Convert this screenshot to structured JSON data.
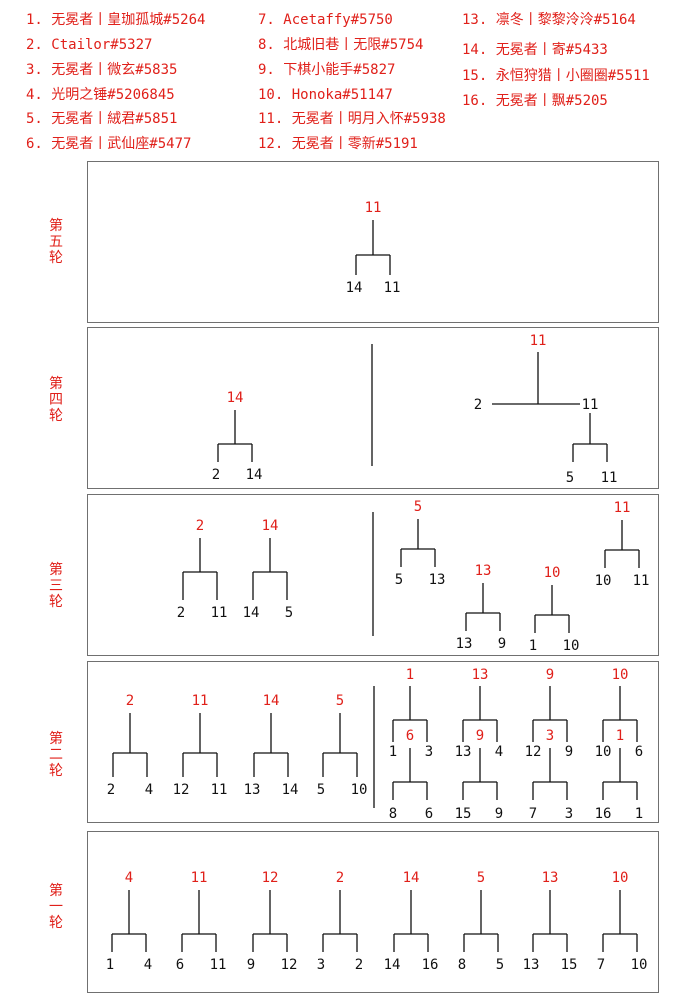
{
  "players": [
    {
      "id": "1",
      "text": "1. 无冕者丨皇珈孤城#5264"
    },
    {
      "id": "2",
      "text": "2. Ctailor#5327"
    },
    {
      "id": "3",
      "text": "3. 无冕者丨微玄#5835"
    },
    {
      "id": "4",
      "text": "4. 光明之锤#5206845"
    },
    {
      "id": "5",
      "text": "5. 无冕者丨絨君#5851"
    },
    {
      "id": "6",
      "text": "6. 无冕者丨武仙座#5477"
    },
    {
      "id": "7",
      "text": "7. Acetaffy#5750"
    },
    {
      "id": "8",
      "text": "8. 北城旧巷丨无限#5754"
    },
    {
      "id": "9",
      "text": "9. 下棋小能手#5827"
    },
    {
      "id": "10",
      "text": "10. Honoka#51147"
    },
    {
      "id": "11",
      "text": "11. 无冕者丨明月入怀#5938"
    },
    {
      "id": "12",
      "text": "12. 无冕者丨零新#5191"
    },
    {
      "id": "13",
      "text": "13. 凛冬丨黎黎泠泠#5164"
    },
    {
      "id": "14",
      "text": "14. 无冕者丨寄#5433"
    },
    {
      "id": "15",
      "text": "15. 永恒狩猎丨小圈圈#5511"
    },
    {
      "id": "16",
      "text": "16. 无冕者丨飘#5205"
    }
  ],
  "rounds": {
    "r5": "第五轮",
    "r4": "第四轮",
    "r3": "第三轮",
    "r2": "第二轮",
    "r1": "第一轮"
  },
  "bracket": {
    "round1": [
      {
        "winner": "4",
        "left": "1",
        "right": "4"
      },
      {
        "winner": "11",
        "left": "6",
        "right": "11"
      },
      {
        "winner": "12",
        "left": "9",
        "right": "12"
      },
      {
        "winner": "2",
        "left": "3",
        "right": "2"
      },
      {
        "winner": "14",
        "left": "14",
        "right": "16"
      },
      {
        "winner": "5",
        "left": "8",
        "right": "5"
      },
      {
        "winner": "13",
        "left": "13",
        "right": "15"
      },
      {
        "winner": "10",
        "left": "7",
        "right": "10"
      }
    ],
    "round2_upper": [
      {
        "winner": "2",
        "left": "2",
        "right": "4"
      },
      {
        "winner": "11",
        "left": "12",
        "right": "11"
      },
      {
        "winner": "14",
        "left": "13",
        "right": "14"
      },
      {
        "winner": "5",
        "left": "5",
        "right": "10"
      }
    ],
    "round2_lower": [
      {
        "winner": "1",
        "left": "1",
        "right": "3",
        "sub": {
          "winner": "6",
          "left": "8",
          "right": "6"
        }
      },
      {
        "winner": "13",
        "left": "13",
        "right": "4",
        "sub": {
          "winner": "9",
          "left": "15",
          "right": "9"
        }
      },
      {
        "winner": "9",
        "left": "12",
        "right": "9",
        "sub": {
          "winner": "3",
          "left": "7",
          "right": "3"
        }
      },
      {
        "winner": "10",
        "left": "10",
        "right": "6",
        "sub": {
          "winner": "1",
          "left": "16",
          "right": "1"
        }
      }
    ],
    "round3_upper": [
      {
        "winner": "2",
        "left": "2",
        "right": "11"
      },
      {
        "winner": "14",
        "left": "14",
        "right": "5"
      }
    ],
    "round3_lower": [
      {
        "winner": "5",
        "left": "5",
        "right": "13"
      },
      {
        "winner": "13",
        "left": "13",
        "right": "9"
      },
      {
        "winner": "10",
        "left": "1",
        "right": "10"
      },
      {
        "winner": "11",
        "left": "10",
        "right": "11"
      }
    ],
    "round4_upper": {
      "winner": "14",
      "left": "2",
      "right": "14"
    },
    "round4_lower": {
      "winner": "11",
      "left": "2",
      "right": "11",
      "sub": {
        "left": "5",
        "right": "11"
      }
    },
    "round5": {
      "winner": "11",
      "left": "14",
      "right": "11"
    }
  },
  "colors": {
    "accent": "#e0201a",
    "line": "#111111",
    "border": "#707070"
  }
}
